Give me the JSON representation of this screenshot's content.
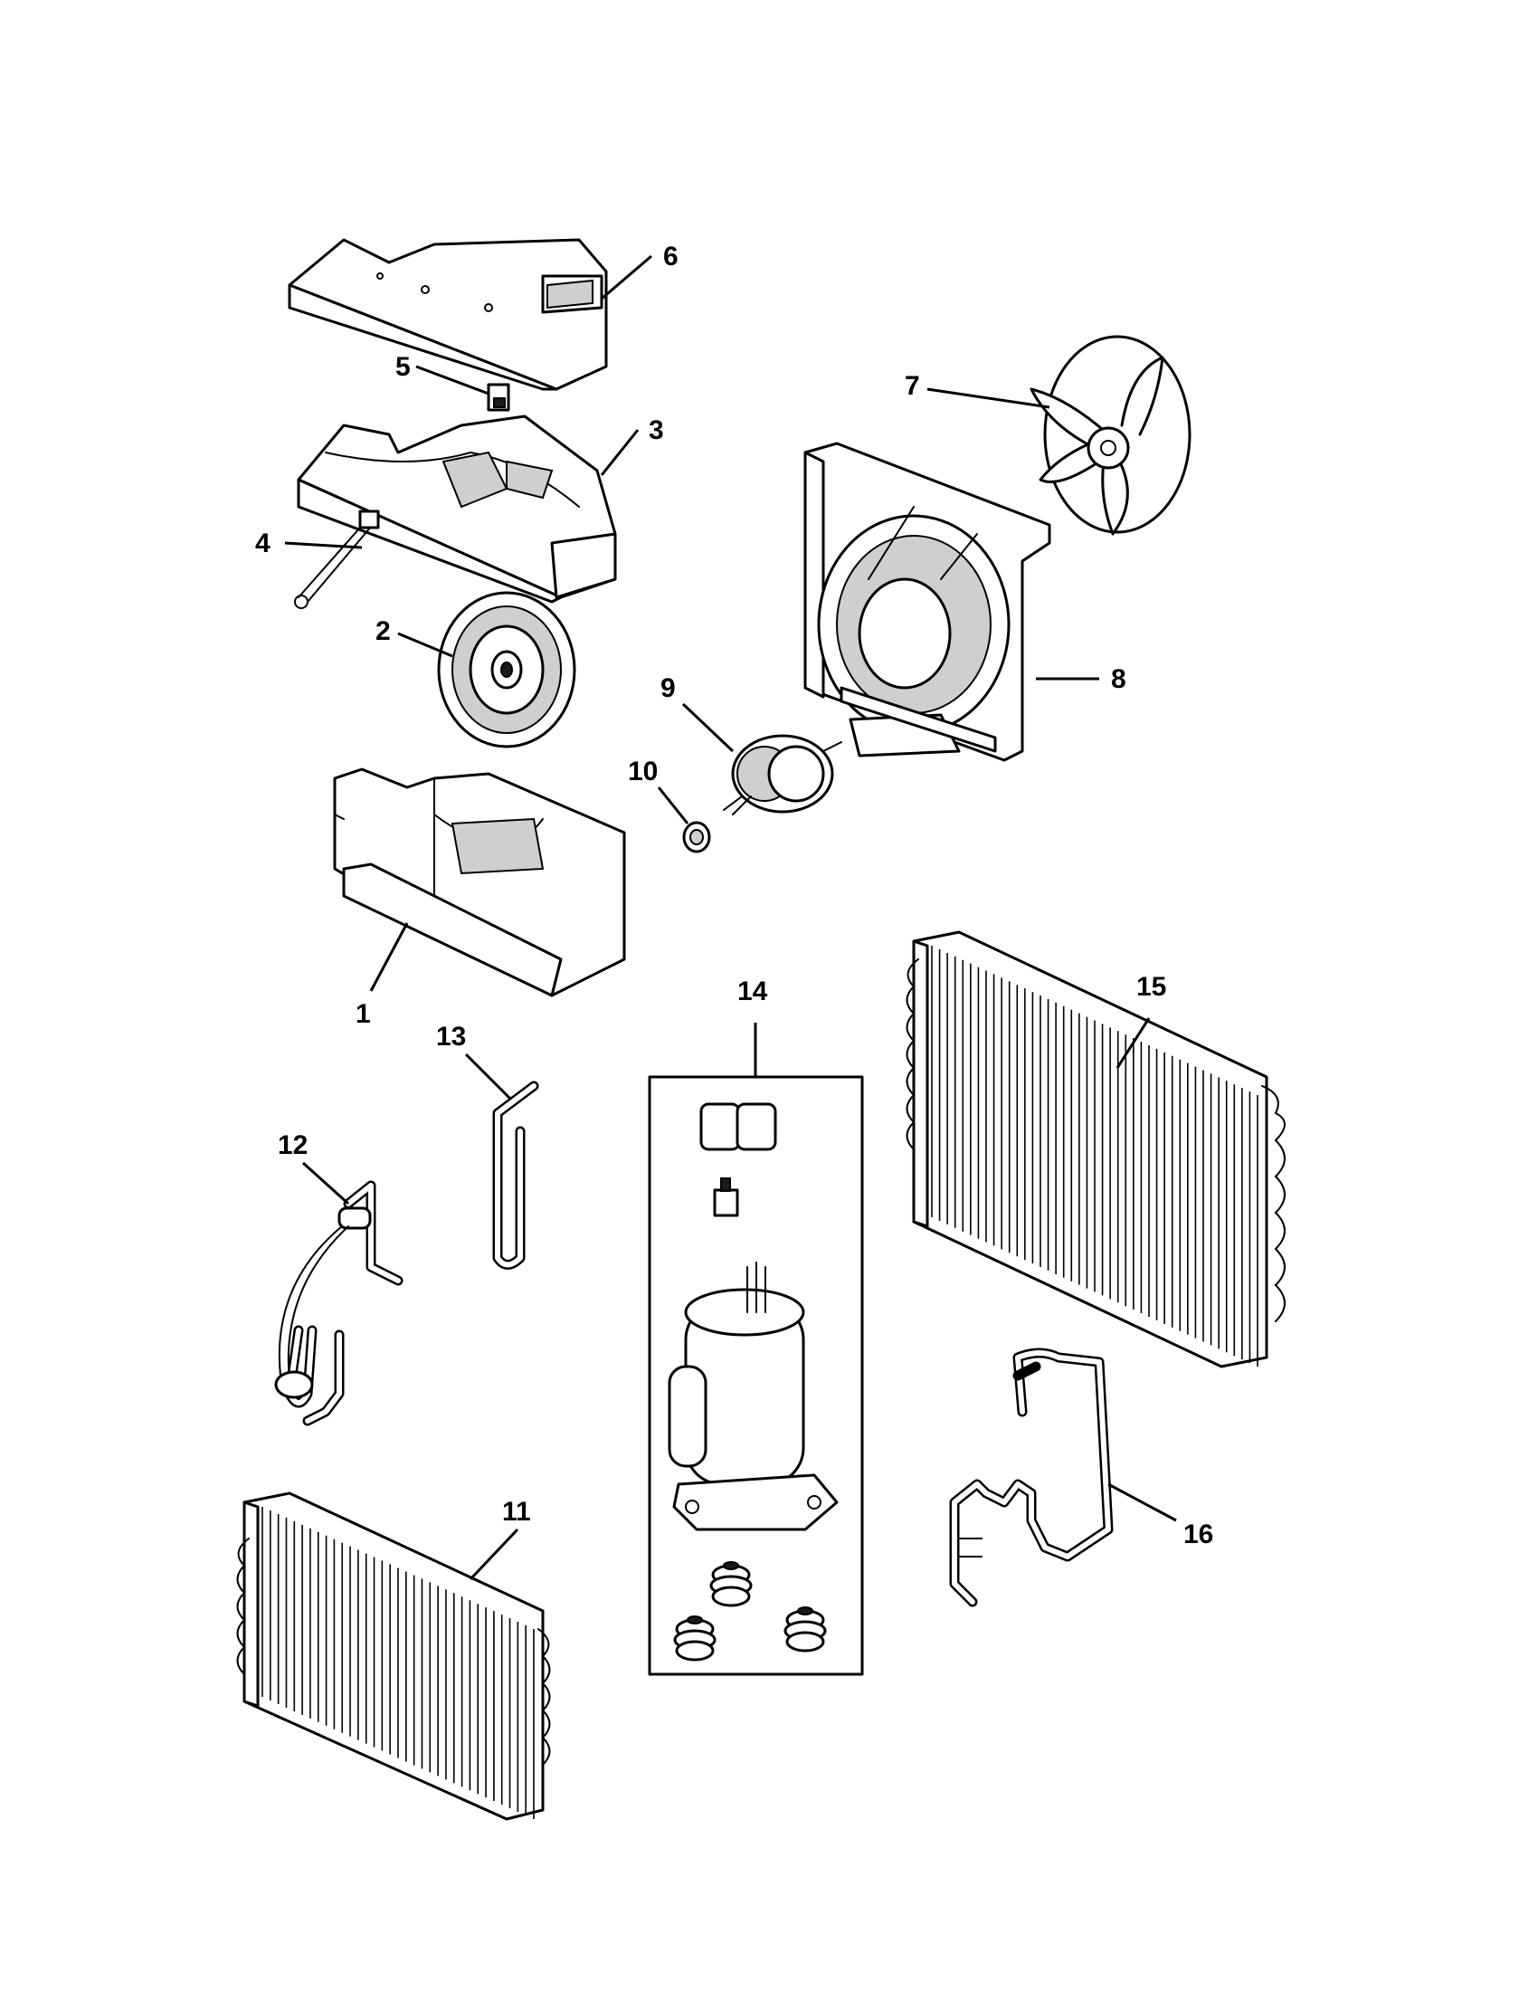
{
  "diagram": {
    "colors": {
      "line": "#000000",
      "background": "#ffffff",
      "shade": "#cfcfcf"
    },
    "callouts": [
      {
        "id": "1",
        "label": "1"
      },
      {
        "id": "2",
        "label": "2"
      },
      {
        "id": "3",
        "label": "3"
      },
      {
        "id": "4",
        "label": "4"
      },
      {
        "id": "5",
        "label": "5"
      },
      {
        "id": "6",
        "label": "6"
      },
      {
        "id": "7",
        "label": "7"
      },
      {
        "id": "8",
        "label": "8"
      },
      {
        "id": "9",
        "label": "9"
      },
      {
        "id": "10",
        "label": "10"
      },
      {
        "id": "11",
        "label": "11"
      },
      {
        "id": "12",
        "label": "12"
      },
      {
        "id": "13",
        "label": "13"
      },
      {
        "id": "14",
        "label": "14"
      },
      {
        "id": "15",
        "label": "15"
      },
      {
        "id": "16",
        "label": "16"
      }
    ]
  }
}
